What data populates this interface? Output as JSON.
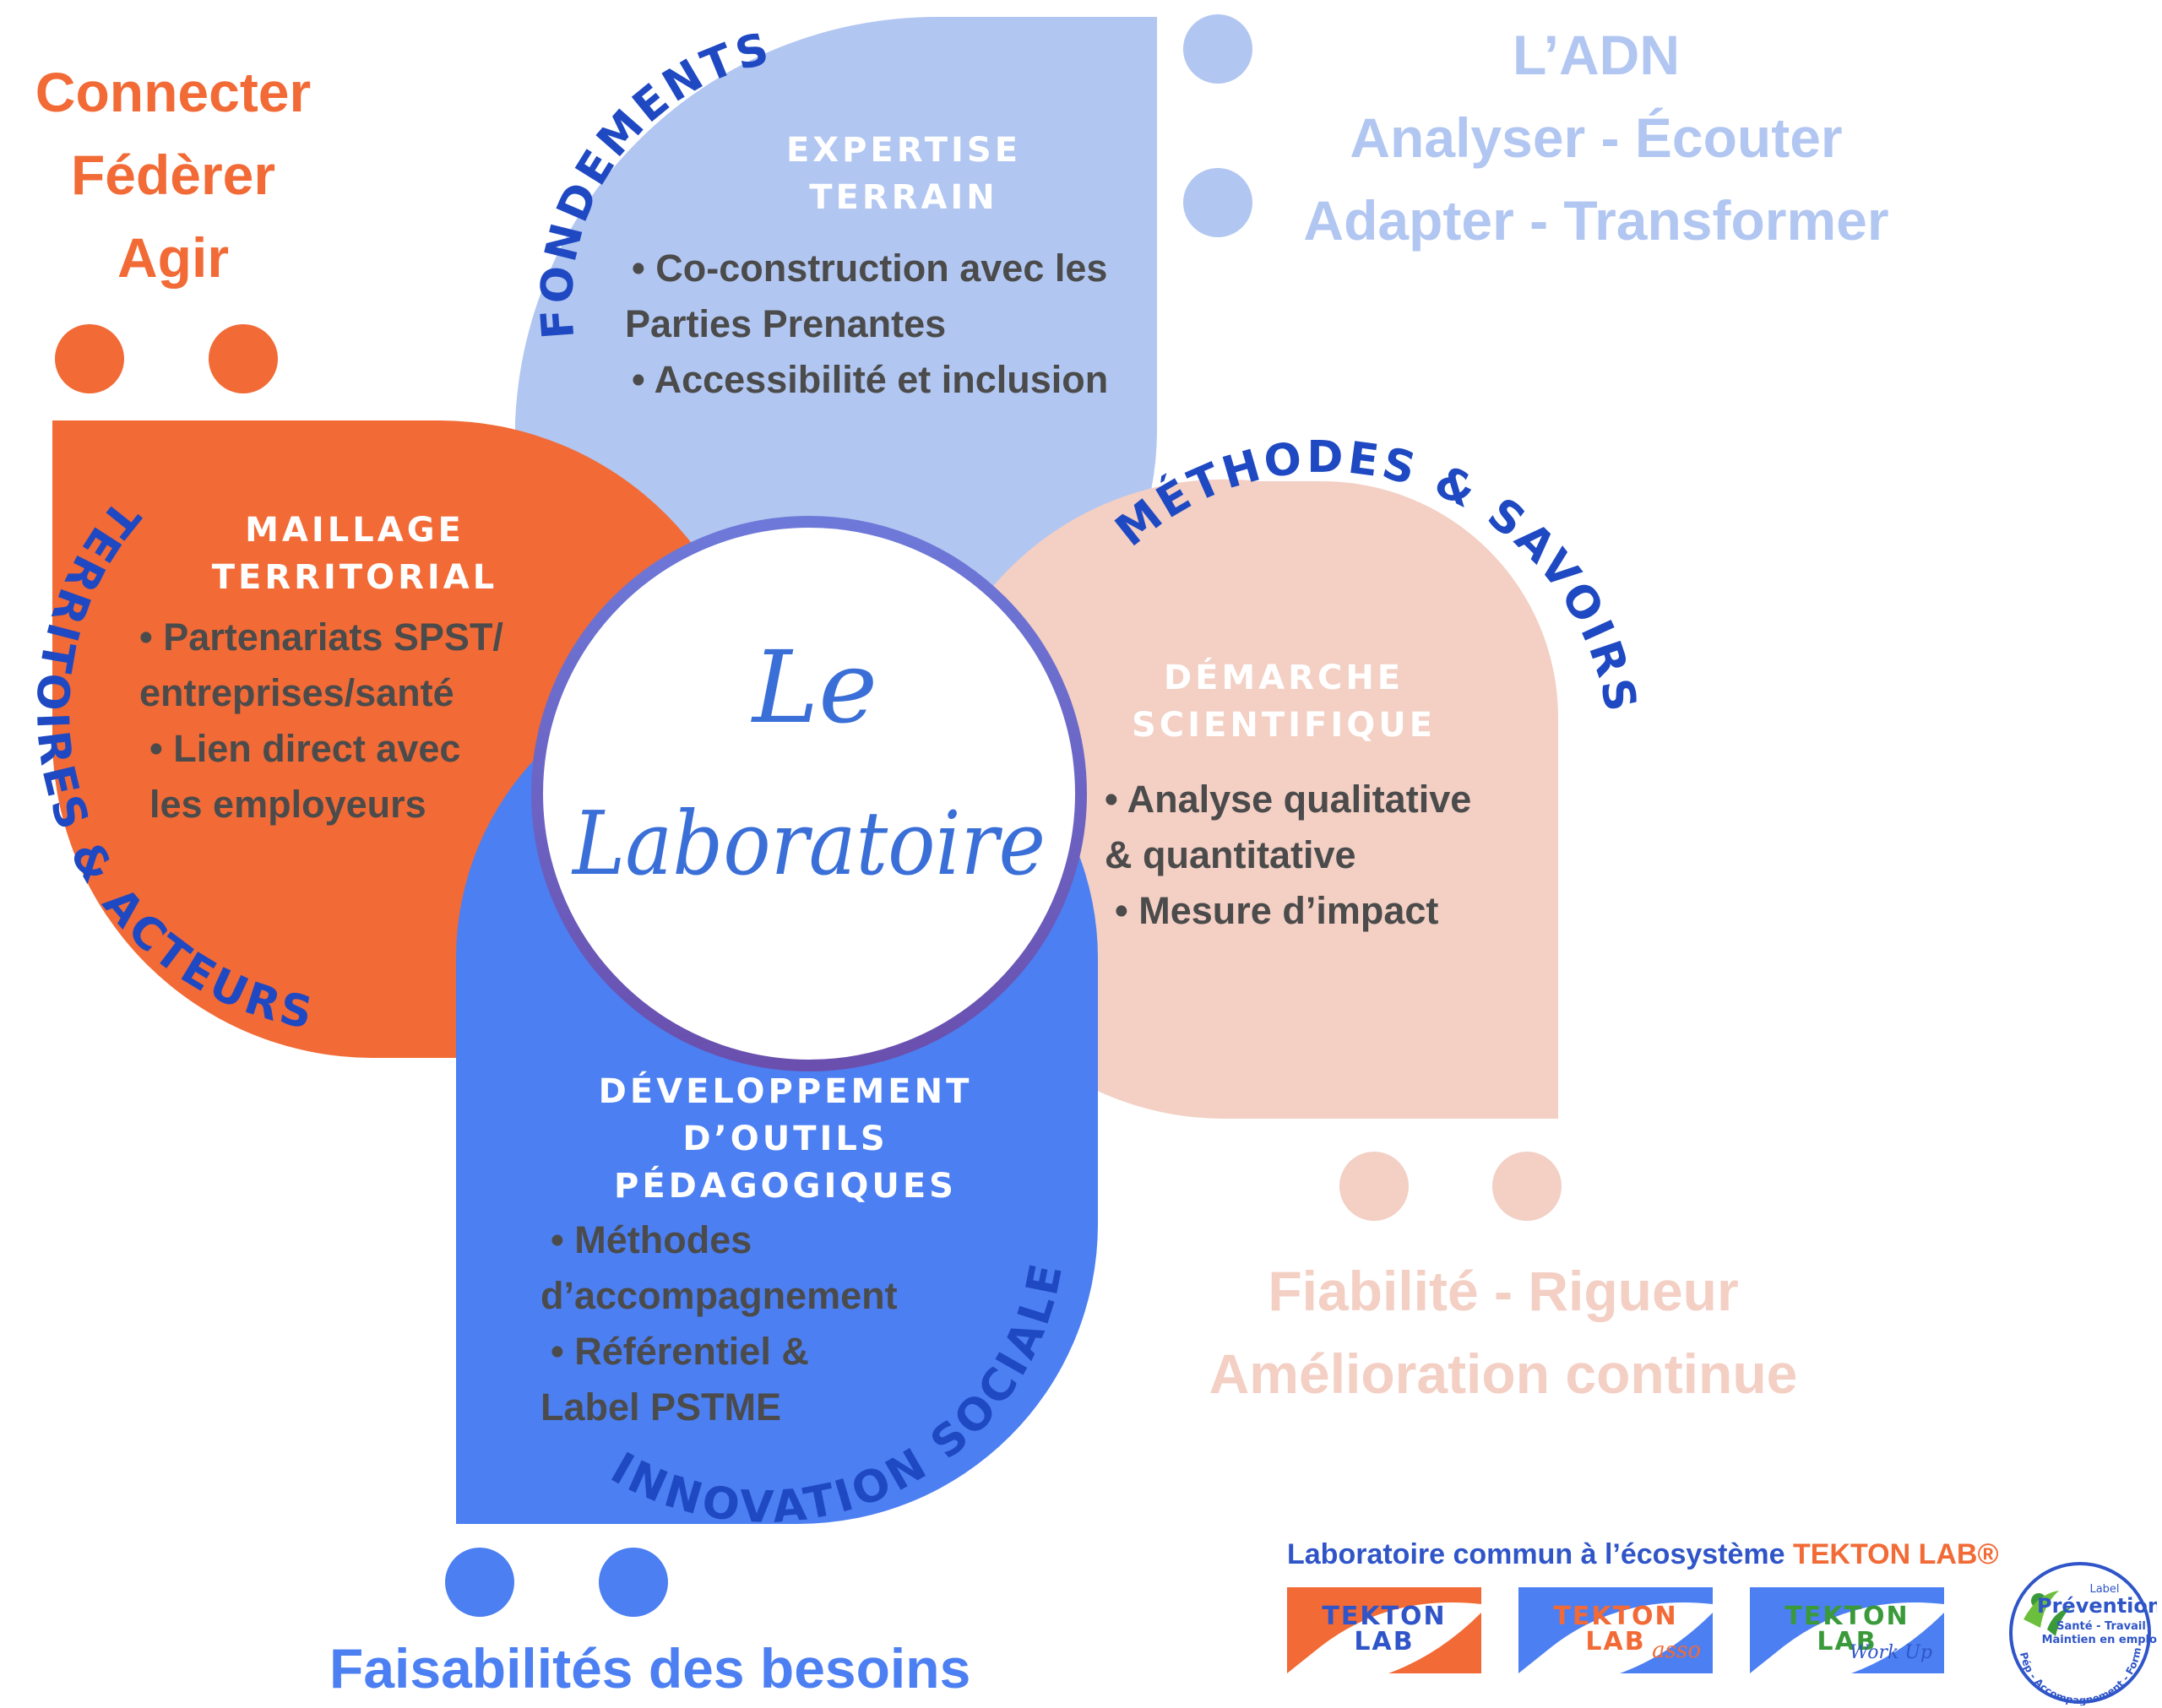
{
  "center": {
    "line1": "Le",
    "line2": "Laboratoire"
  },
  "taglines": {
    "orange": [
      "Connecter",
      "Fédèrer",
      "Agir"
    ],
    "adn": [
      "L’ADN",
      "Analyser - Écouter",
      "Adapter - Transformer"
    ],
    "pink": [
      "Fiabilité - Rigueur",
      "Amélioration continue"
    ],
    "blue": "Faisabilités des besoins"
  },
  "quadrants": {
    "top": {
      "arc_label": "FONDEMENTS",
      "heading": [
        "EXPERTISE",
        "TERRAIN"
      ],
      "bullets": [
        "• Co-construction avec les",
        "Parties Prenantes",
        "• Accessibilité et inclusion"
      ]
    },
    "left": {
      "arc_label": "TERRITOIRES & ACTEURS",
      "heading": [
        "MAILLAGE",
        "TERRITORIAL"
      ],
      "bullets": [
        "• Partenariats SPST/",
        "entreprises/santé",
        "• Lien direct avec",
        "les employeurs"
      ]
    },
    "right": {
      "arc_label": "MÉTHODES & SAVOIRS",
      "heading": [
        "DÉMARCHE",
        "SCIENTIFIQUE"
      ],
      "bullets": [
        "• Analyse qualitative",
        "& quantitative",
        "• Mesure d’impact"
      ]
    },
    "bottom": {
      "arc_label": "INNOVATION SOCIALE",
      "heading": [
        "DÉVELOPPEMENT",
        "D’OUTILS",
        "PÉDAGOGIQUES"
      ],
      "bullets": [
        "• Méthodes",
        "d’accompagnement",
        "• Référentiel &",
        "Label PSTME"
      ]
    }
  },
  "footer": {
    "prefix": "Laboratoire commun à l’écosystème ",
    "brand": "TEKTON LAB®",
    "logos": [
      {
        "line1": "TEKTON",
        "line2": "LAB",
        "sub": "",
        "color": "#f26a36"
      },
      {
        "line1": "TEKTON",
        "line2": "LAB",
        "sub": "asso",
        "color": "#f26a36"
      },
      {
        "line1": "TEKTON",
        "line2": "LAB",
        "sub": "Work Up",
        "color": "#3a9a3a"
      }
    ],
    "label": {
      "top": "Label",
      "title": "Prévention",
      "line1": "Santé - Travail",
      "line2": "Maintien en emploi",
      "ring": "Pép - Accompagnement - Formation"
    }
  },
  "colors": {
    "orange": "#f26a36",
    "light_blue": "#b1c6f1",
    "pink": "#f3cfc4",
    "blue": "#4c7ff2",
    "dark_blue": "#1f49c2",
    "ring": "#6a5cc8"
  }
}
